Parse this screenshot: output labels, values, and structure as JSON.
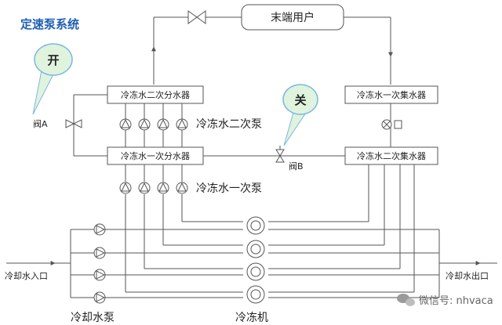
{
  "title": "定速泵系统",
  "colors": {
    "title": "#1f5fb4",
    "bubble_fill": "#dff3dd",
    "bubble_stroke": "#7ab7e6",
    "line": "#555555"
  },
  "terminal_user": "末端用户",
  "boxes": {
    "secondary_distributor": "冷冻水二次分水器",
    "primary_distributor": "冷冻水一次分水器",
    "primary_collector": "冷冻水一次集水器",
    "secondary_collector": "冷冻水二次集水器"
  },
  "labels": {
    "secondary_pump": "冷冻水二次泵",
    "primary_pump": "冷冻水一次泵",
    "valve_a": "阀A",
    "valve_b": "阀B",
    "inlet": "冷却水入口",
    "outlet": "冷却水出口",
    "cooling_pump": "冷却水泵",
    "chiller": "冷冻机"
  },
  "bubbles": {
    "open": "开",
    "close": "关"
  },
  "watermark": {
    "icon": "wechat-icon",
    "text": "微信号: nhvaca"
  }
}
